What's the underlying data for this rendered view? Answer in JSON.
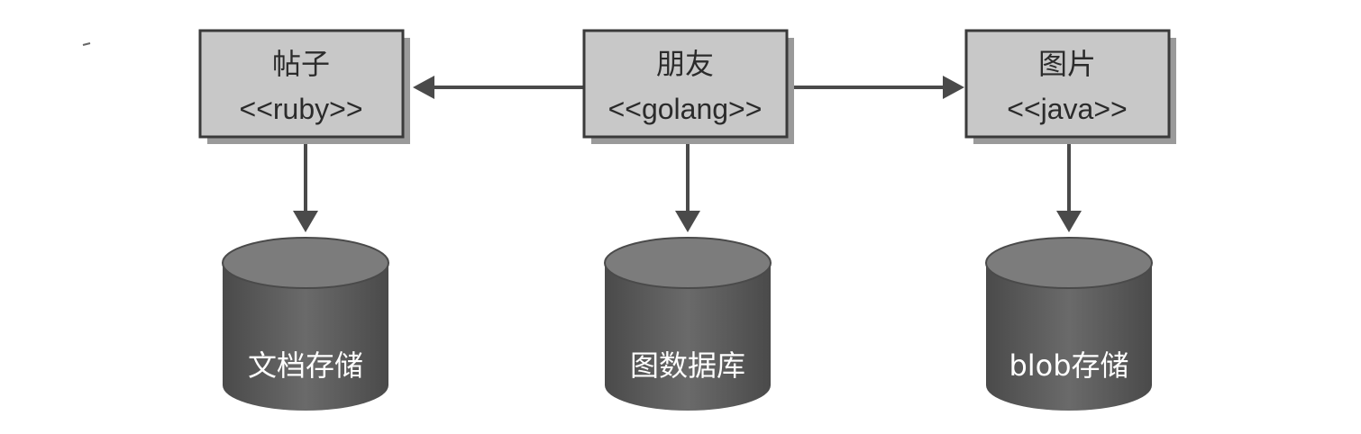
{
  "colors": {
    "box_fill": "#c8c8c8",
    "box_border": "#3a3a3a",
    "box_shadow": "#9a9a9a",
    "arrow": "#4a4a4a",
    "db_body": "#5a5a5a",
    "db_top": "#7c7c7c",
    "db_text": "#ffffff"
  },
  "services": {
    "posts": {
      "title": "帖子",
      "lang": "<<ruby>>"
    },
    "friends": {
      "title": "朋友",
      "lang": "<<golang>>"
    },
    "images": {
      "title": "图片",
      "lang": "<<java>>"
    }
  },
  "stores": {
    "document": {
      "label": "文档存储"
    },
    "graph": {
      "label": "图数据库"
    },
    "blob": {
      "label": "blob存储"
    }
  }
}
